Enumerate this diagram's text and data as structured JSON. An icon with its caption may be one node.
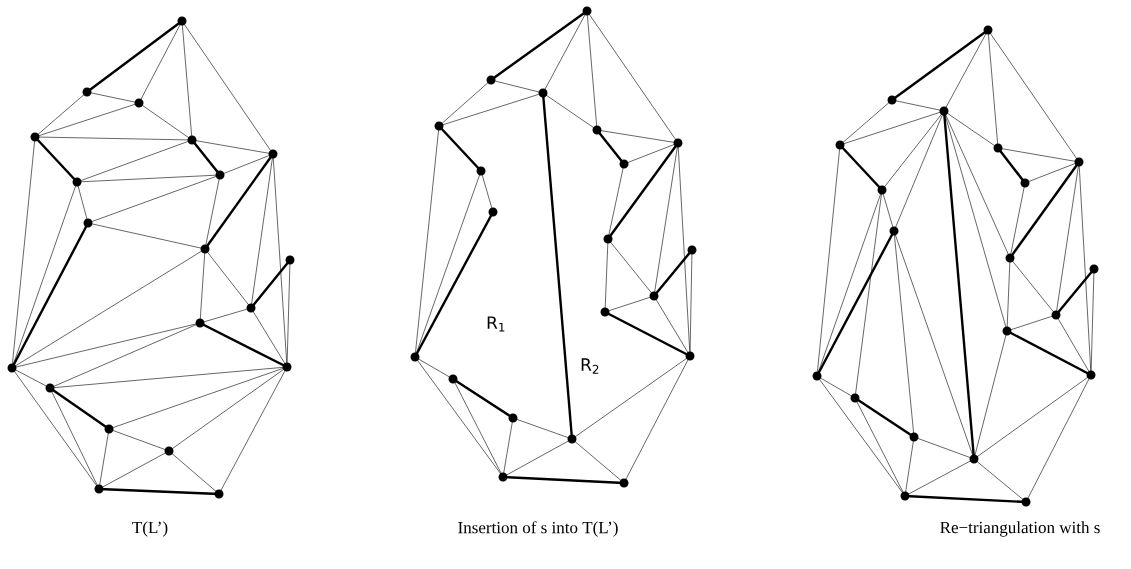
{
  "diagram": {
    "labels": [
      "R$_{1}$",
      "R$_{2}$",
      "T(L’)",
      "Insertion of s into T(L’)",
      "Re−triangulation with s"
    ]
  }
}
